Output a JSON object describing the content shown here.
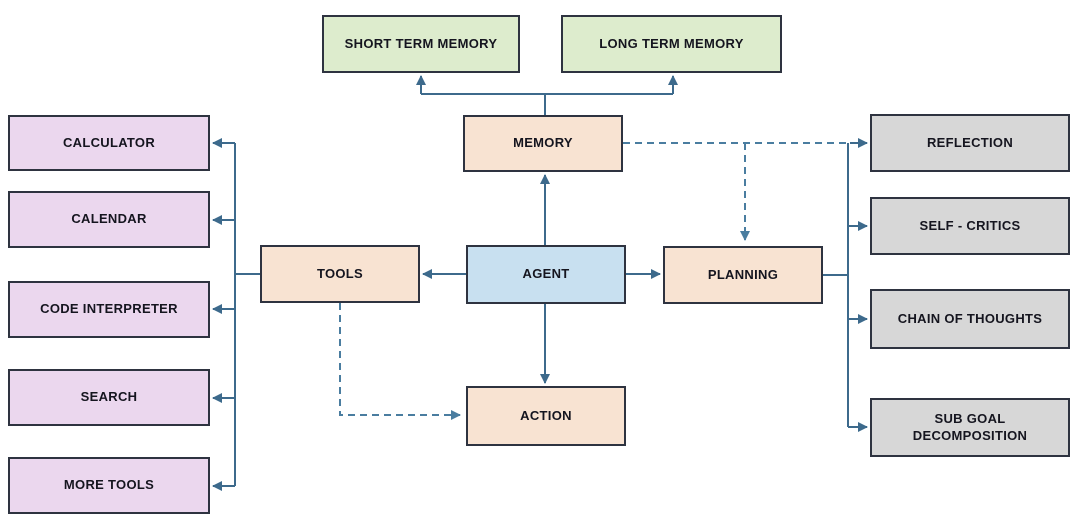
{
  "diagram": {
    "nodes": {
      "short_term_memory": {
        "label": "SHORT TERM MEMORY",
        "color": "#ddeccd"
      },
      "long_term_memory": {
        "label": "LONG TERM MEMORY",
        "color": "#ddeccd"
      },
      "memory": {
        "label": "MEMORY",
        "color": "#f8e3d2"
      },
      "agent": {
        "label": "AGENT",
        "color": "#c8e0f0"
      },
      "tools": {
        "label": "TOOLS",
        "color": "#f8e3d2"
      },
      "planning": {
        "label": "PLANNING",
        "color": "#f8e3d2"
      },
      "action": {
        "label": "ACTION",
        "color": "#f8e3d2"
      },
      "calculator": {
        "label": "CALCULATOR",
        "color": "#ebd7ee"
      },
      "calendar": {
        "label": "CALENDAR",
        "color": "#ebd7ee"
      },
      "code_interpreter": {
        "label": "CODE INTERPRETER",
        "color": "#ebd7ee"
      },
      "search": {
        "label": "SEARCH",
        "color": "#ebd7ee"
      },
      "more_tools": {
        "label": "MORE TOOLS",
        "color": "#ebd7ee"
      },
      "reflection": {
        "label": "REFLECTION",
        "color": "#d7d7d7"
      },
      "self_critics": {
        "label": "SELF - CRITICS",
        "color": "#d7d7d7"
      },
      "chain_of_thoughts": {
        "label": "CHAIN OF THOUGHTS",
        "color": "#d7d7d7"
      },
      "sub_goal_decomposition": {
        "label": "SUB GOAL DECOMPOSITION",
        "color": "#d7d7d7"
      }
    },
    "edges": [
      {
        "from": "memory",
        "to": "short_term_memory",
        "style": "solid"
      },
      {
        "from": "memory",
        "to": "long_term_memory",
        "style": "solid"
      },
      {
        "from": "agent",
        "to": "memory",
        "style": "solid"
      },
      {
        "from": "agent",
        "to": "tools",
        "style": "solid"
      },
      {
        "from": "agent",
        "to": "planning",
        "style": "solid"
      },
      {
        "from": "agent",
        "to": "action",
        "style": "solid"
      },
      {
        "from": "tools",
        "to": "calculator",
        "style": "solid"
      },
      {
        "from": "tools",
        "to": "calendar",
        "style": "solid"
      },
      {
        "from": "tools",
        "to": "code_interpreter",
        "style": "solid"
      },
      {
        "from": "tools",
        "to": "search",
        "style": "solid"
      },
      {
        "from": "tools",
        "to": "more_tools",
        "style": "solid"
      },
      {
        "from": "planning",
        "to": "reflection",
        "style": "solid"
      },
      {
        "from": "planning",
        "to": "self_critics",
        "style": "solid"
      },
      {
        "from": "planning",
        "to": "chain_of_thoughts",
        "style": "solid"
      },
      {
        "from": "planning",
        "to": "sub_goal_decomposition",
        "style": "solid"
      },
      {
        "from": "memory",
        "to": "planning",
        "style": "dashed"
      },
      {
        "from": "memory",
        "to": "reflection",
        "style": "dashed"
      },
      {
        "from": "tools",
        "to": "action",
        "style": "dashed"
      }
    ],
    "colors": {
      "connector_solid": "#3d6a8c",
      "connector_dashed": "#4a7da0",
      "node_border": "#2e3340",
      "text": "#15151f",
      "background": "#ffffff"
    }
  }
}
